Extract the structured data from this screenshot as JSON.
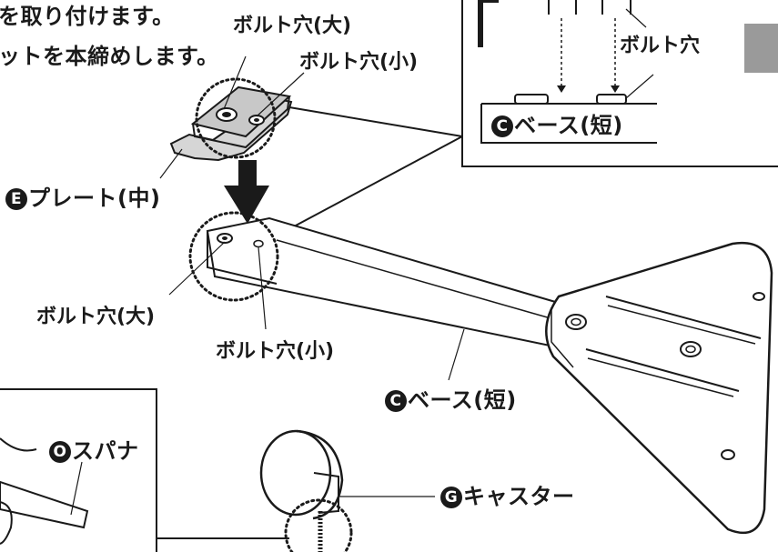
{
  "instructions": {
    "line1": "を取り付けます。",
    "line2": "ットを本締めします。"
  },
  "labels": {
    "bolt_hole_large": "ボルト穴(大)",
    "bolt_hole_small": "ボルト穴(小)",
    "bolt_hole": "ボルト穴",
    "part_e_letter": "E",
    "part_e_name": "プレート(中)",
    "part_c_letter": "C",
    "part_c_name": "ベース(短)",
    "part_o_letter": "O",
    "part_o_name": "スパナ",
    "part_g_letter": "G",
    "part_g_name": "キャスター"
  },
  "colors": {
    "line": "#1a1a1a",
    "plate_fill": "#c8c8c8",
    "arrow_fill": "#1a1a1a",
    "next_arrow": "#9a9a9a"
  }
}
